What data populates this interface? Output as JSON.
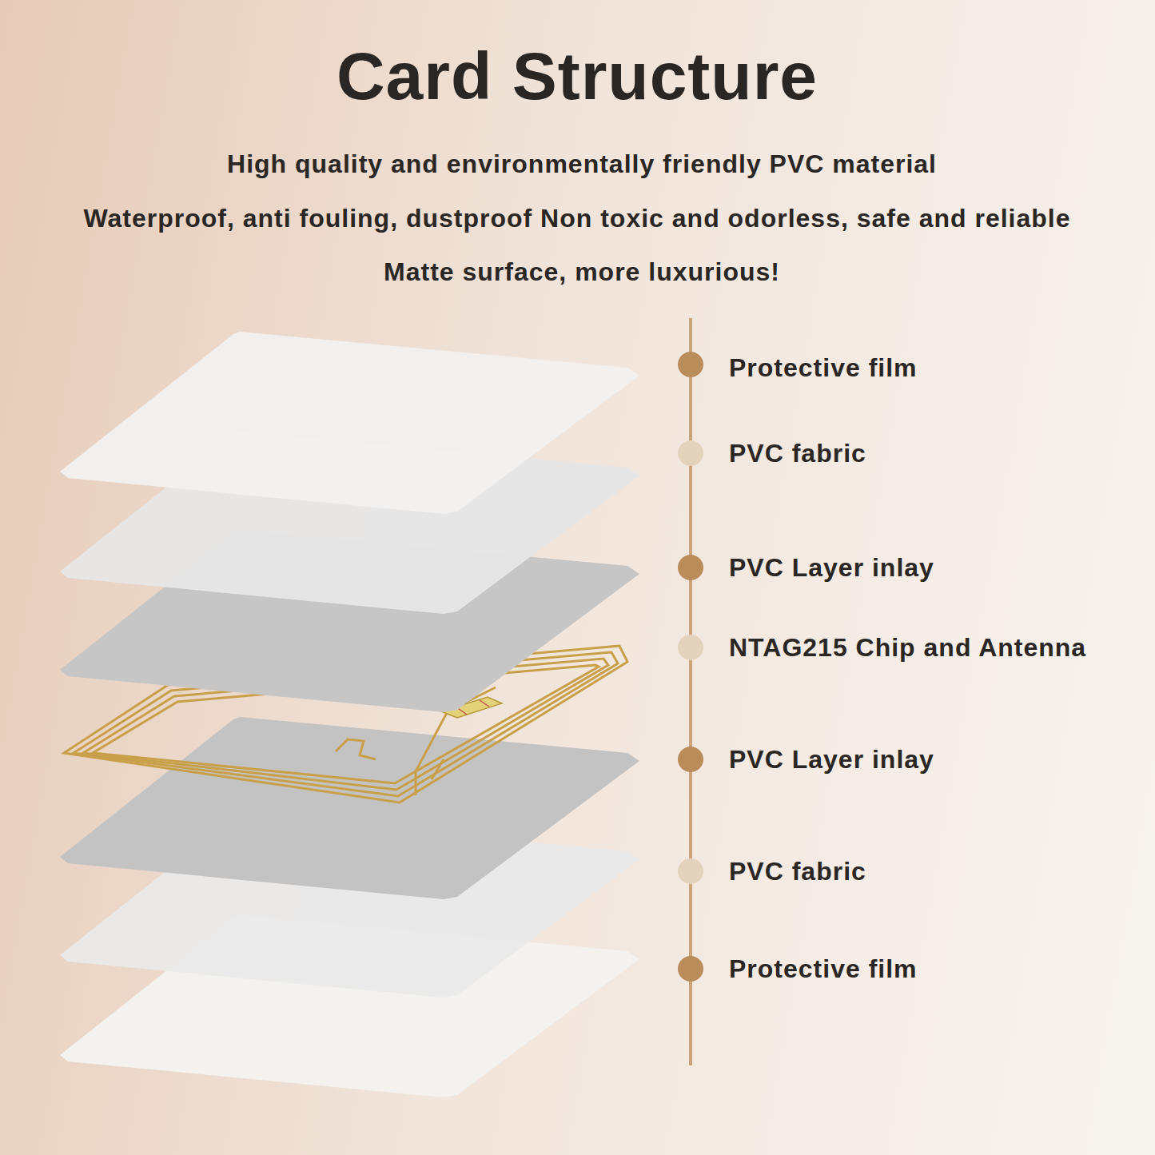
{
  "diagram": {
    "title": "Card Structure",
    "labels": [
      "High quality and environmentally friendly PVC material",
      "Waterproof, anti fouling, dustproof Non toxic and odorless, safe and reliable",
      "Matte surface, more luxurious!",
      "Protective film",
      "PVC fabric",
      "PVC Layer inlay",
      "NTAG215 Chip and Antenna",
      "PVC Layer inlay",
      "PVC fabric",
      "Protective film"
    ]
  }
}
